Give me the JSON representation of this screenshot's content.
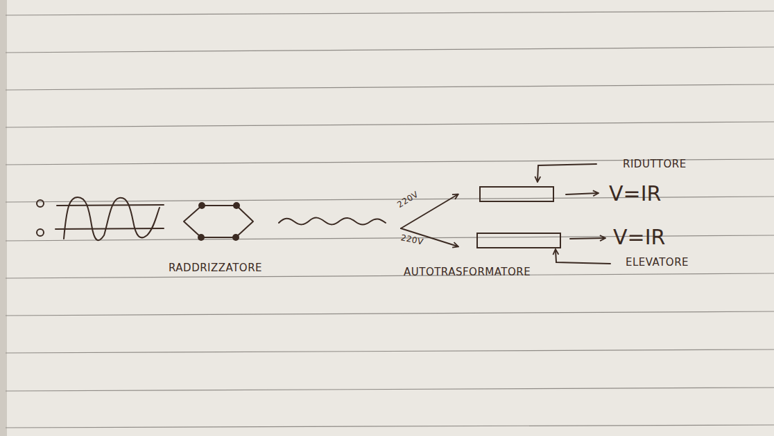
{
  "diagram": {
    "nodes": [
      {
        "text": [
          "RADDRIZZATORE"
        ]
      }
    ],
    "labels": [
      "220V",
      "220V",
      "AUTOTRASFORMATORE",
      "RIDUTTORE",
      "V=IR",
      "V=IR",
      "ELEVATORE"
    ]
  }
}
